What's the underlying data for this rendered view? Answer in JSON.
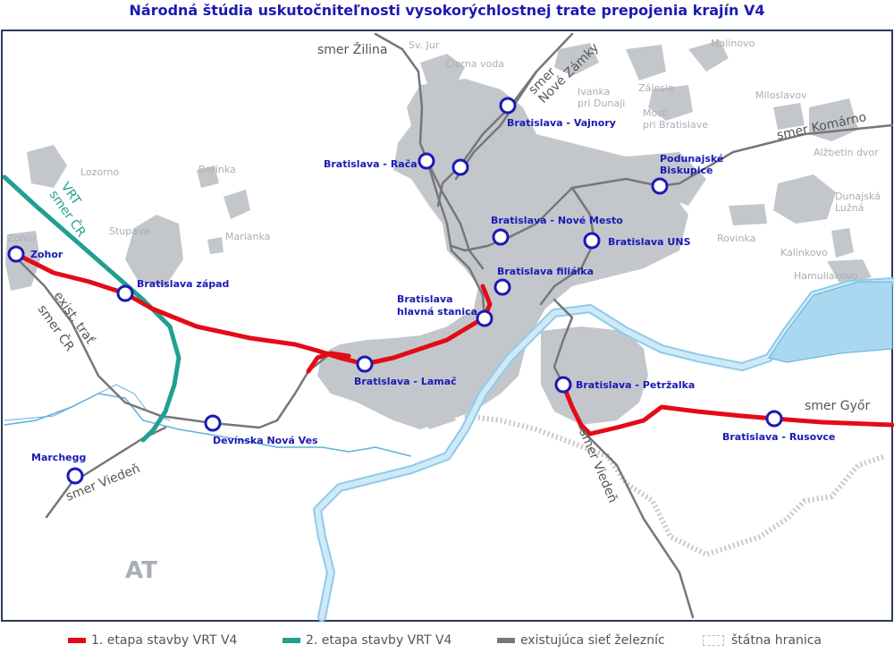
{
  "title": "Národná štúdia uskutočniteľnosti vysokorýchlostnej trate prepojenia krajín V4",
  "colors": {
    "stage1": "#e30b17",
    "stage2": "#22a08f",
    "existing": "#777777",
    "river": "#a9d8f0",
    "urban": "#c3c7cc",
    "station": "#1a1ab4"
  },
  "stations": {
    "zohor": "Zohor",
    "bratislava_zapad": "Bratislava západ",
    "bratislava_raca": "Bratislava - Rača",
    "bratislava_vajnory": "Bratislava - Vajnory",
    "podunajske_l1": "Podunajské",
    "podunajske_l2": "Biskupice",
    "nove_mesto": "Bratislava - Nové Mesto",
    "uns": "Bratislava UNS",
    "filialka": "Bratislava filiálka",
    "hlavna_l1": "Bratislava",
    "hlavna_l2": "hlavná stanica",
    "lamac": "Bratislava - Lamač",
    "petrzalka": "Bratislava - Petržalka",
    "rusovce": "Bratislava - Rusovce",
    "devinska": "Devínska Nová Ves",
    "marchegg": "Marchegg"
  },
  "places": {
    "zohor": "Zohor",
    "lozorno": "Lozorno",
    "borinka": "Borinka",
    "stupava": "Stupava",
    "marianka": "Marianka",
    "sv_jur": "Sv. Jur",
    "cierna_voda": "Čierna voda",
    "ivanka_l1": "Ivanka",
    "ivanka_l2": "pri Dunaji",
    "zalesie": "Zálesie",
    "most_l1": "Most",
    "most_l2": "pri Bratislave",
    "malinovo": "Malinovo",
    "miloslavov": "Miloslavov",
    "alzbetin": "Alžbetin dvor",
    "dunajska_l1": "Dunajská",
    "dunajska_l2": "Lužná",
    "rovinka": "Rovinka",
    "kalinkovo": "Kalinkovo",
    "hamuliakovo": "Hamuliakovo",
    "at": "AT"
  },
  "directions": {
    "zilina": "smer Žilina",
    "nove_zamky_l1": "smer",
    "nove_zamky_l2": "Nové Zámky",
    "komarno": "smer Komárno",
    "gyor": "smer Győr",
    "vieden_sw": "smer Viedeň",
    "vieden_s": "smer Viedeň",
    "vrt_l1": "VRT",
    "vrt_l2": "smer ČR",
    "exist_l1": "exist. trať",
    "exist_l2": "smer ČR"
  },
  "legend": {
    "stage1": "1. etapa stavby VRT V4",
    "stage2": "2. etapa stavby VRT V4",
    "existing": "existujúca sieť železníc",
    "border": "štátna hranica"
  }
}
